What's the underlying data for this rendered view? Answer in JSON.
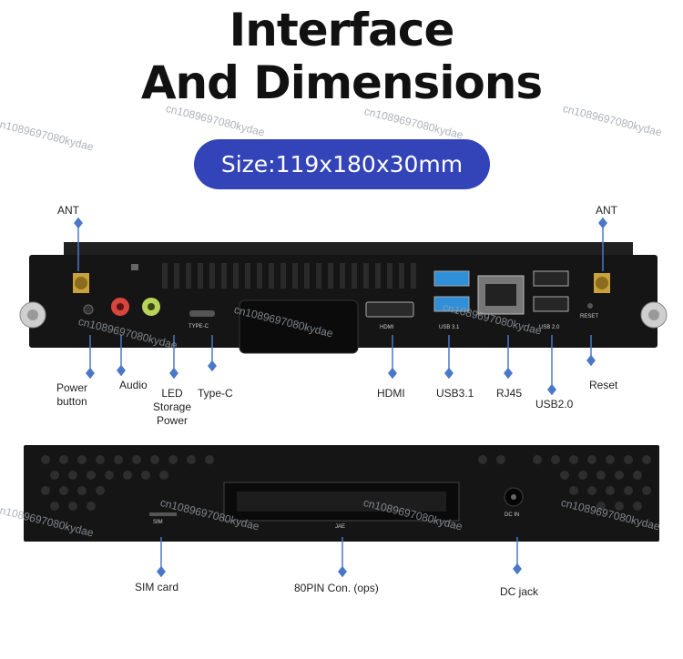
{
  "header": {
    "title_line1": "Interface",
    "title_line2": "And Dimensions",
    "size_label": "Size:119x180x30mm"
  },
  "front_labels": {
    "ant_left": "ANT",
    "ant_right": "ANT",
    "power_button": "Power\nbutton",
    "audio": "Audio",
    "led": "LED\nStorage\nPower",
    "type_c": "Type-C",
    "hdmi": "HDMI",
    "usb31": "USB3.1",
    "rj45": "RJ45",
    "usb20": "USB2.0",
    "reset": "Reset"
  },
  "front_silkscreen": {
    "type_c": "TYPE-C",
    "hdmi": "HDMI",
    "usb31": "USB 3.1",
    "usb20": "USB 2.0",
    "reset": "RESET"
  },
  "rear_labels": {
    "sim": "SIM card",
    "pin80": "80PIN Con. (ops)",
    "dc": "DC jack"
  },
  "rear_silkscreen": {
    "sim": "SIM",
    "jae": "JAE",
    "dc": "DC IN"
  },
  "watermark": "cn1089697080kydae",
  "colors": {
    "pill": "#3344b8",
    "arrow": "#4a78c8",
    "device": "#141414",
    "audio_red": "#d8453f",
    "audio_green": "#b8d35a",
    "usb_blue": "#2f8fd8"
  }
}
